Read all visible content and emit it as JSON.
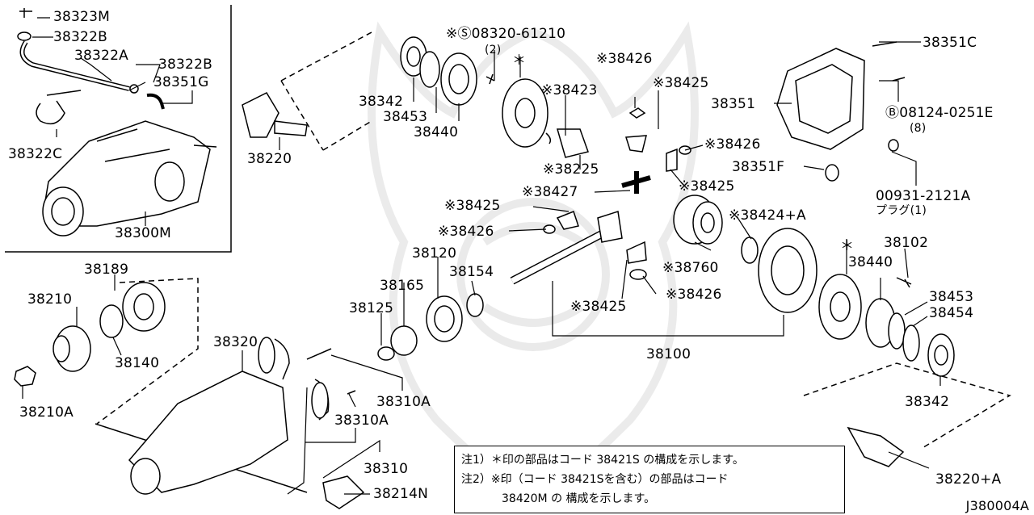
{
  "diagram_code": "J380004A",
  "notes": [
    "注1）＊印の部品はコード 38421S の構成を示します。",
    "注2）※印（コード 38421Sを含む）の部品はコード",
    "38420M の 構成を示します。"
  ],
  "labels": {
    "p38323M": "38323M",
    "p38322B_top": "38322B",
    "p38322A": "38322A",
    "p38322B_mid": "38322B",
    "p38351G": "38351G",
    "p38322C": "38322C",
    "p38300M": "38300M",
    "p38220": "38220",
    "p38342_top": "38342",
    "p38453_top": "38453",
    "p38440_top": "38440",
    "p08320": "※Ⓢ08320-61210",
    "q2": "(2)",
    "star_top": "＊",
    "p38423": "※38423",
    "p38225": "※38225",
    "p38426_a": "※38426",
    "p38425_a": "※38425",
    "p38426_b": "※38426",
    "p38425_b": "※38425",
    "p38427": "※38427",
    "p38425_c": "※38425",
    "p38426_c": "※38426",
    "p38351C": "38351C",
    "p38351": "38351",
    "p08124": "Ⓑ08124-0251E",
    "q8": "(8)",
    "p38351F": "38351F",
    "p00931": "00931-2121A",
    "plug": "プラグ(1)",
    "p38424": "※38424+A",
    "p38760": "※38760",
    "p38425_d": "※38425",
    "p38426_d": "※38426",
    "p38120": "38120",
    "p38154": "38154",
    "p38165": "38165",
    "p38125": "38125",
    "p38100": "38100",
    "star_right": "＊",
    "p38102": "38102",
    "p38440_r": "38440",
    "p38453_r": "38453",
    "p38454": "38454",
    "p38342_r": "38342",
    "p38220A": "38220+A",
    "p38189": "38189",
    "p38210": "38210",
    "p38140": "38140",
    "p38210A": "38210A",
    "p38320": "38320",
    "p38310A_1": "38310A",
    "p38310A_2": "38310A",
    "p38310": "38310",
    "p38214N": "38214N"
  }
}
